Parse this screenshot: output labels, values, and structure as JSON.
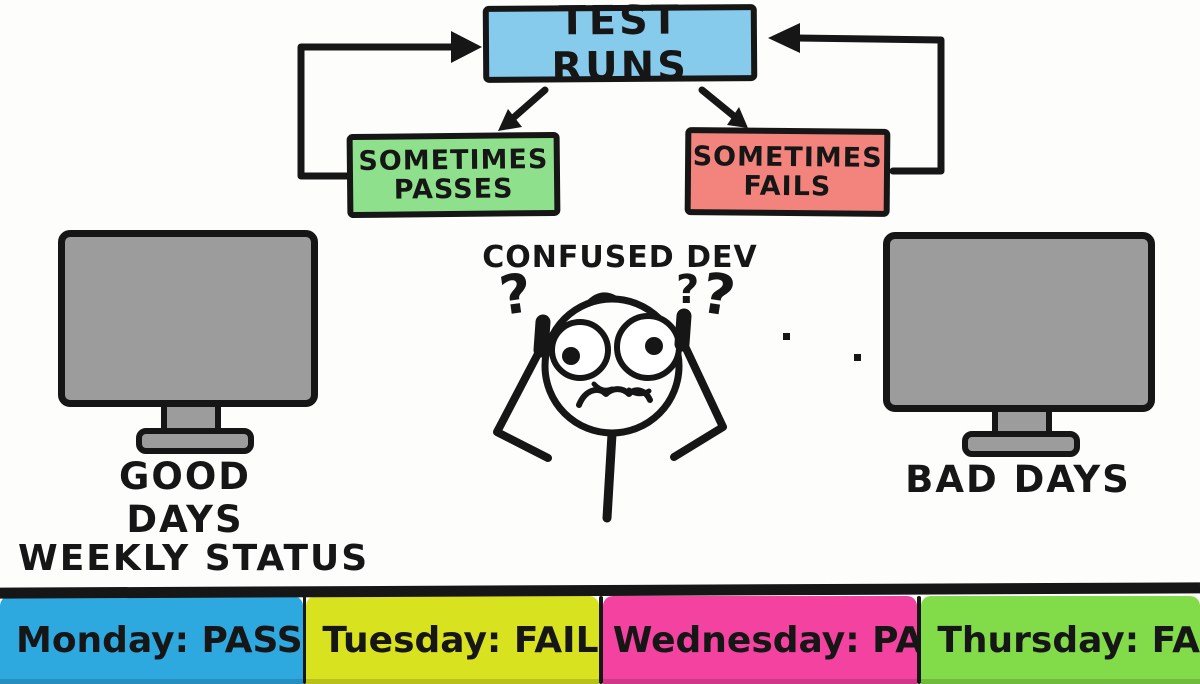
{
  "flow": {
    "test_runs": {
      "label": "TEST RUNS",
      "color": "#87CBEC"
    },
    "passes": {
      "line1": "SOMETIMES",
      "line2": "PASSES",
      "color": "#8FE08C"
    },
    "fails": {
      "line1": "SOMETIMES",
      "line2": "FAILS",
      "color": "#F2847D"
    }
  },
  "dev": {
    "label": "CONFUSED DEV",
    "q_left": "?",
    "q_right_small": "?",
    "q_right_big": "?"
  },
  "monitors": {
    "good": {
      "label": "GOOD DAYS",
      "mark": "✔",
      "mark_color": "#1EA21E",
      "frame_color": "#9C9C9C"
    },
    "bad": {
      "label": "BAD DAYS",
      "mark": "✖",
      "mark_color": "#E81C1C",
      "frame_color": "#9C9C9C"
    }
  },
  "weekly": {
    "title": "WEEKLY STATUS",
    "days": [
      {
        "label": "Monday: PASS",
        "color": "#2EA9E0"
      },
      {
        "label": "Tuesday: FAIL",
        "color": "#D9E21F"
      },
      {
        "label": "Wednesday: PASS",
        "color": "#F3429F"
      },
      {
        "label": "Thursday: FA",
        "color": "#82DC49"
      }
    ]
  },
  "ink_color": "#161616"
}
